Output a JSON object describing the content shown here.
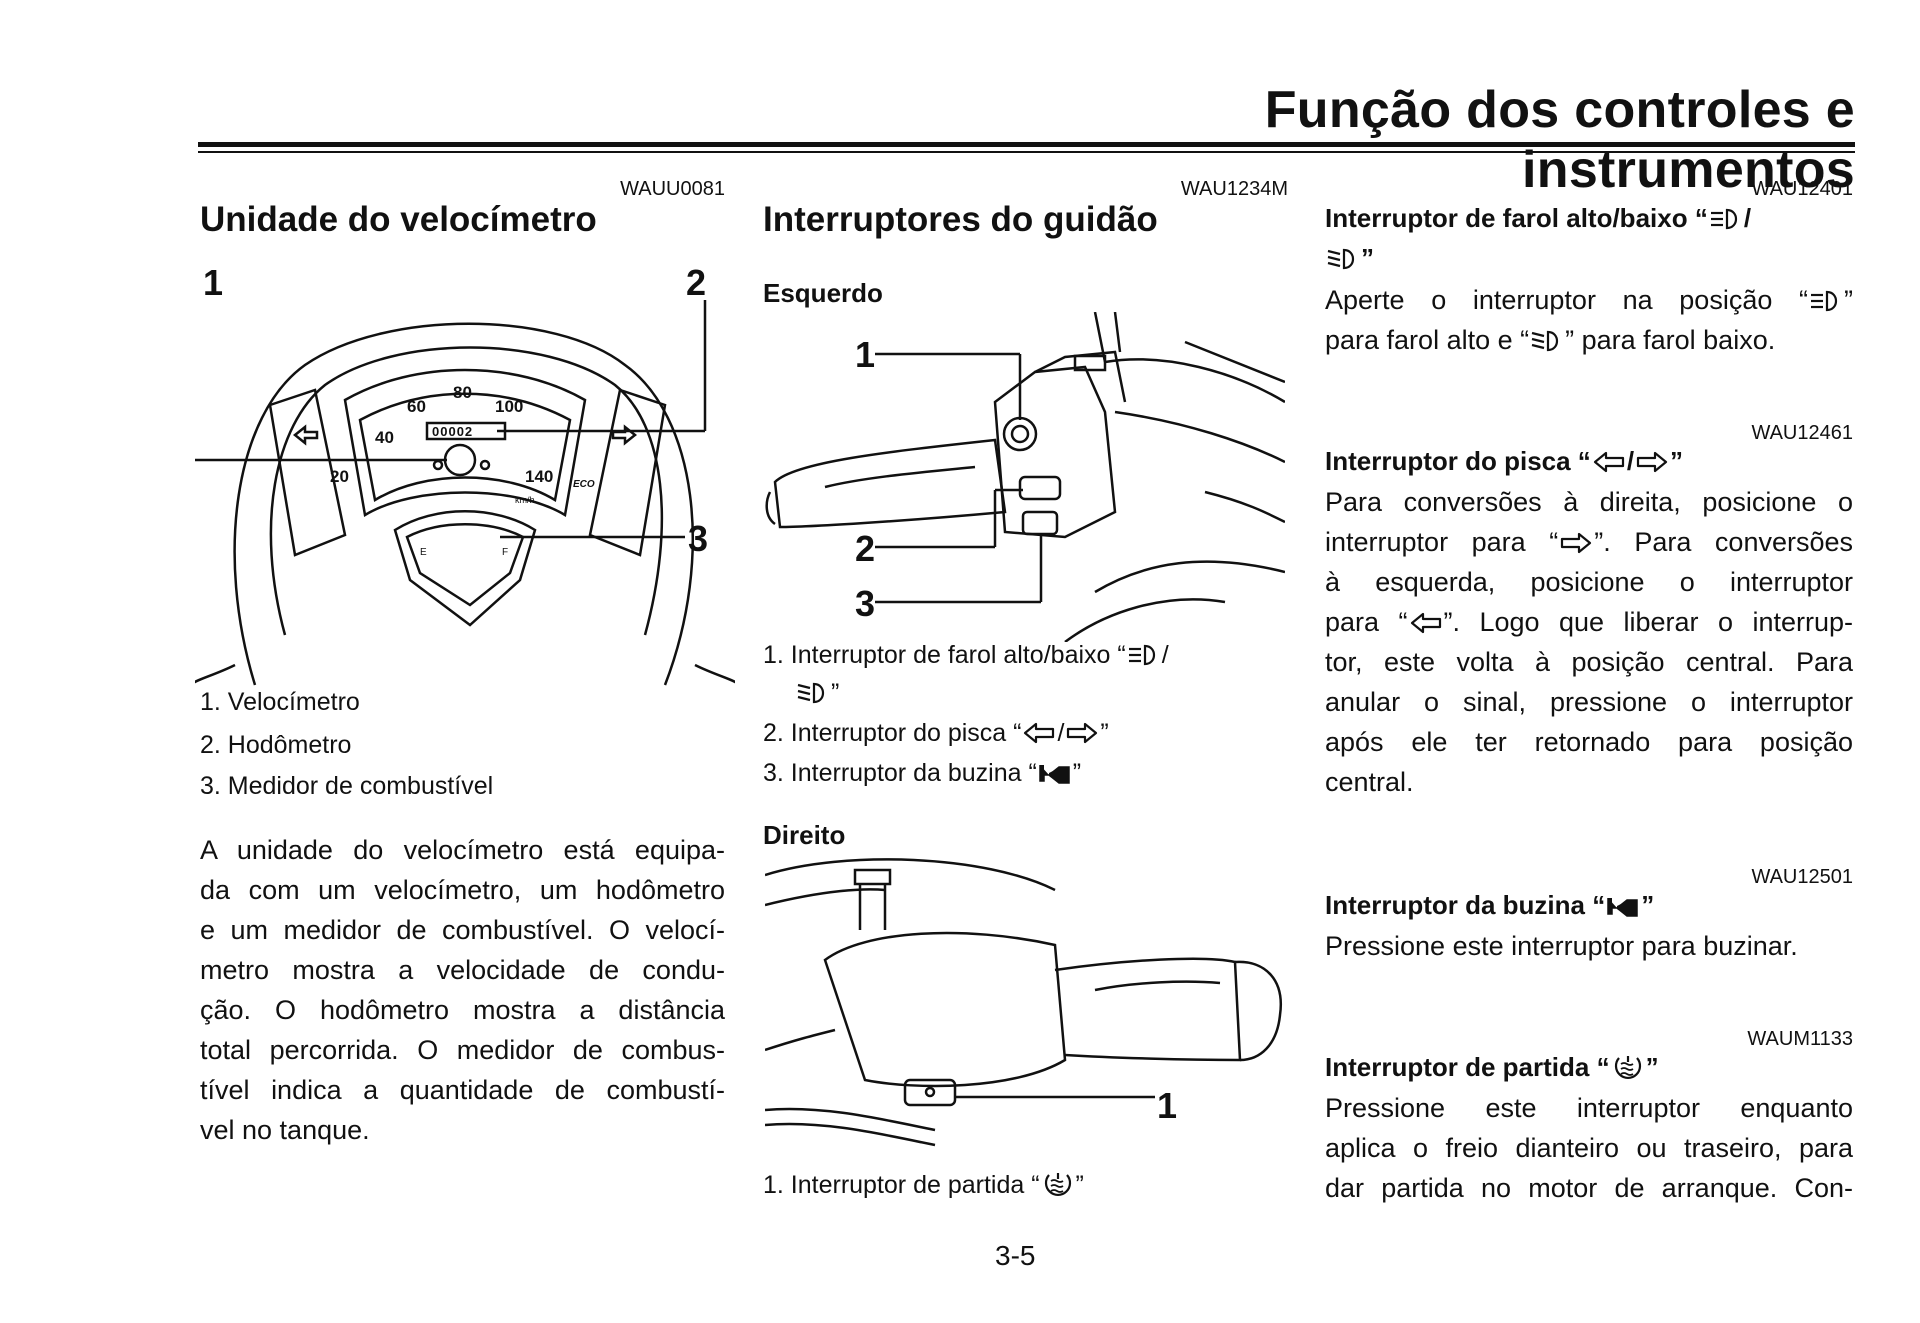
{
  "header": {
    "title": "Função dos controles e instrumentos"
  },
  "left": {
    "code": "WAUU0081",
    "title": "Unidade do velocímetro",
    "callouts": [
      "1",
      "2",
      "3"
    ],
    "gauge": {
      "speed_labels": [
        "20",
        "40",
        "60",
        "80",
        "100",
        "140"
      ],
      "unit": "km/h",
      "odometer": "00002",
      "eco": "ECO",
      "fuel_e": "E",
      "fuel_f": "F"
    },
    "captions": [
      "1. Velocímetro",
      "2. Hodômetro",
      "3. Medidor de combustível"
    ],
    "body": [
      "A unidade do velocímetro está equipa-",
      "da com um velocímetro, um hodômetro",
      "e um medidor de combustível. O velocí-",
      "metro mostra a velocidade de condu-",
      "ção. O hodômetro mostra a distância",
      "total percorrida. O medidor de combus-",
      "tível indica a quantidade de combustí-",
      "vel no tanque."
    ]
  },
  "middle": {
    "code": "WAU1234M",
    "title": "Interruptores do guidão",
    "left_label": "Esquerdo",
    "left_callouts": [
      "1",
      "2",
      "3"
    ],
    "left_captions": {
      "c1a": "1. Interruptor de farol alto/baixo “",
      "c1b": "/",
      "c1c": "”",
      "c2a": "2. Interruptor do pisca “",
      "c2b": "/",
      "c2c": "”",
      "c3a": "3. Interruptor da buzina “",
      "c3b": "”"
    },
    "right_label": "Direito",
    "right_callouts": [
      "1"
    ],
    "right_caption": {
      "a": "1. Interruptor de partida “",
      "b": "”"
    },
    "page_number": "3-5"
  },
  "right": {
    "sections": [
      {
        "code": "WAU12401",
        "title_a": "Interruptor de farol alto/baixo “",
        "title_b": "/",
        "title_c": "”",
        "body_a": "Aperte o interruptor na posição “",
        "body_b": "”",
        "body_c": "para farol alto e “",
        "body_d": "” para farol baixo."
      },
      {
        "code": "WAU12461",
        "title_a": "Interruptor do pisca “",
        "title_b": "/",
        "title_c": "”",
        "l1": "Para conversões à direita, posicione o",
        "l2a": "interruptor para “",
        "l2b": "”. Para conversões",
        "l3": "à esquerda, posicione o interruptor",
        "l4a": "para “",
        "l4b": "”. Logo que liberar o interrup-",
        "l5": "tor, este volta à posição central. Para",
        "l6": "anular o sinal, pressione o interruptor",
        "l7": "após ele ter retornado para posição",
        "l8": "central."
      },
      {
        "code": "WAU12501",
        "title_a": "Interruptor da buzina “",
        "title_b": "”",
        "body": "Pressione este interruptor para buzinar."
      },
      {
        "code": "WAUM1133",
        "title_a": "Interruptor de partida “",
        "title_b": "”",
        "l1": "Pressione este interruptor enquanto",
        "l2": "aplica o freio dianteiro ou traseiro, para",
        "l3": "dar partida no motor de arranque. Con-"
      }
    ]
  },
  "icons": [
    "high-beam-icon",
    "low-beam-icon",
    "turn-left-icon",
    "turn-right-icon",
    "horn-icon",
    "start-icon"
  ]
}
